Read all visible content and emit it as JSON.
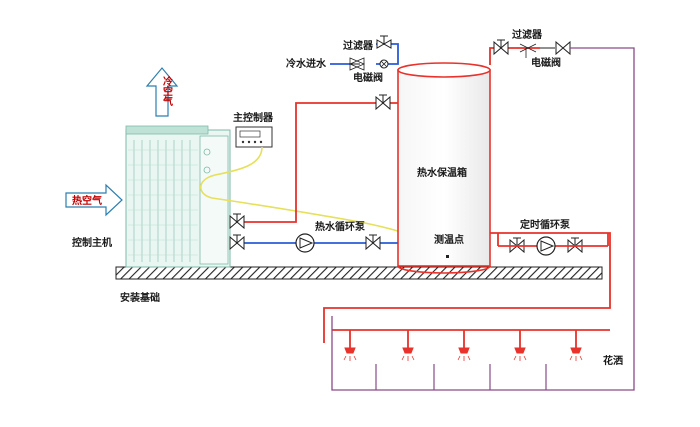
{
  "labels": {
    "cold_air": "冷空气",
    "hot_air": "热空气",
    "main_controller": "主控制器",
    "control_unit": "控制主机",
    "install_base": "安装基础",
    "cold_water_in": "冷水进水",
    "filter_top": "过滤器",
    "solenoid_top": "电磁阀",
    "filter_right": "过滤器",
    "solenoid_right": "电磁阀",
    "tank": "热水保温箱",
    "temp_point": "测温点",
    "hot_pump": "热水循环泵",
    "timed_pump": "定时循环泵",
    "shower": "花洒"
  },
  "colors": {
    "hot_pipe": "#e8322b",
    "cold_pipe": "#2a5bd7",
    "return_pipe": "#8a4a8a",
    "sensor_wire": "#e6e05a",
    "air_arrow": "#2a7fb0"
  },
  "shower_count": 5
}
